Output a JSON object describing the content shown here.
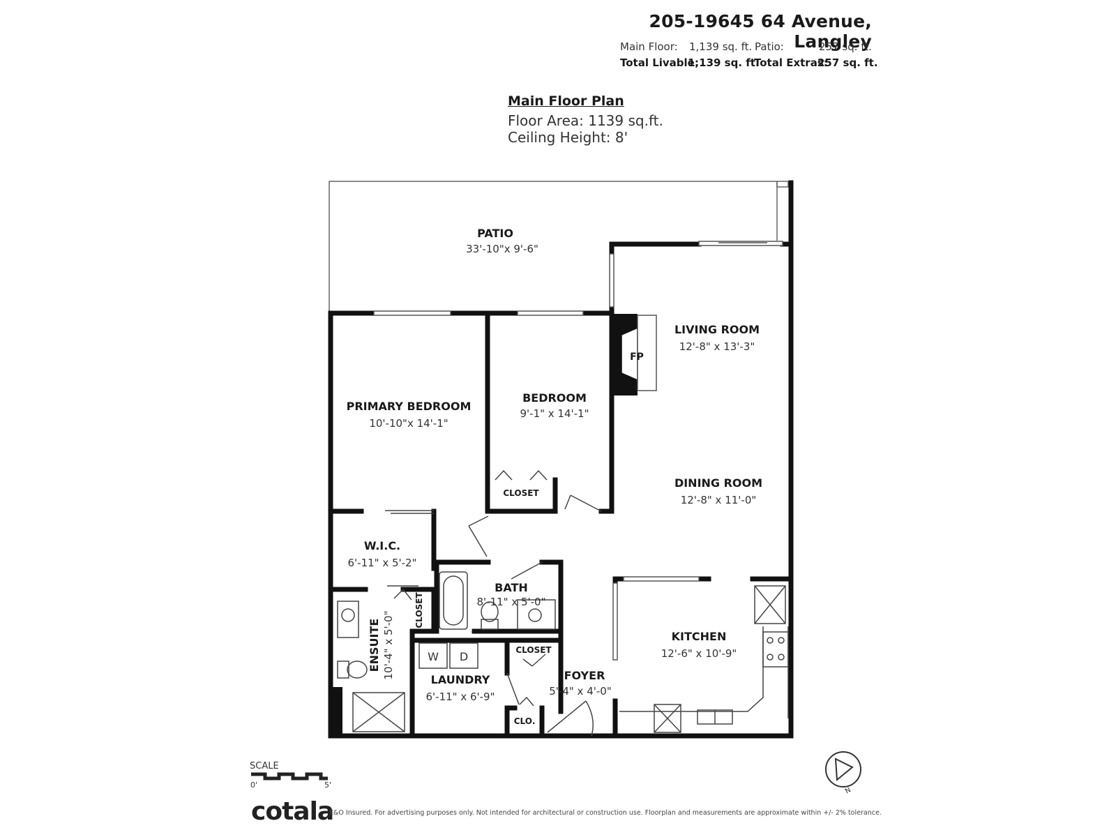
{
  "header": {
    "address": "205-19645 64 Avenue, Langley",
    "main_floor_label": "Main Floor:",
    "main_floor_value": "1,139 sq. ft.",
    "patio_label": "Patio:",
    "patio_value": "257 sq. ft.",
    "total_livable_label": "Total Livable:",
    "total_livable_value": "1,139 sq. ft.",
    "total_extras_label": "Total Extras:",
    "total_extras_value": "257 sq. ft."
  },
  "plan": {
    "heading": "Main Floor Plan",
    "floor_area": "Floor Area: 1139 sq.ft.",
    "ceiling_height": "Ceiling Height: 8'"
  },
  "rooms": {
    "patio": {
      "name": "PATIO",
      "dim": "33'-10\"x 9'-6\""
    },
    "living": {
      "name": "LIVING ROOM",
      "dim": "12'-8\" x 13'-3\""
    },
    "fireplace": {
      "name": "FP"
    },
    "primary": {
      "name": "PRIMARY BEDROOM",
      "dim": "10'-10\"x 14'-1\""
    },
    "bedroom": {
      "name": "BEDROOM",
      "dim": "9'-1\" x 14'-1\""
    },
    "closet1": {
      "name": "CLOSET"
    },
    "dining": {
      "name": "DINING ROOM",
      "dim": "12'-8\" x 11'-0\""
    },
    "wic": {
      "name": "W.I.C.",
      "dim": "6'-11\" x 5'-2\""
    },
    "bath": {
      "name": "BATH",
      "dim": "8'-11\" x 5'-0\""
    },
    "closet2": {
      "name": "CLOSET"
    },
    "ensuite": {
      "name": "ENSUITE",
      "dim": "10'-4\" x 5'-0\""
    },
    "laundry": {
      "name": "LAUNDRY",
      "dim": "6'-11\" x 6'-9\""
    },
    "washer": {
      "name": "W"
    },
    "dryer": {
      "name": "D"
    },
    "closet3": {
      "name": "CLOSET"
    },
    "foyer": {
      "name": "FOYER",
      "dim": "5'-4\" x 4'-0\""
    },
    "clo": {
      "name": "CLO."
    },
    "kitchen": {
      "name": "KITCHEN",
      "dim": "12'-6\" x 10'-9\""
    }
  },
  "scale": {
    "label": "SCALE",
    "start": "0'",
    "end": "5'"
  },
  "compass": {
    "letter": "N"
  },
  "footer": {
    "logo": "cotala",
    "disclaimer": "E&O Insured. For advertising purposes only. Not intended for architectural or construction use. Floorplan and measurements are approximate within +/- 2% tolerance."
  },
  "colors": {
    "wall": "#111111",
    "thin_line": "#555555",
    "background": "#ffffff"
  }
}
